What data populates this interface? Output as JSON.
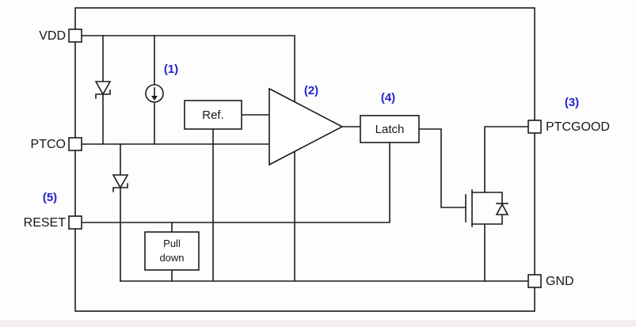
{
  "diagram": {
    "pins": {
      "vdd": "VDD",
      "ptco": "PTCO",
      "reset": "RESET",
      "ptcgood": "PTCGOOD",
      "gnd": "GND"
    },
    "blocks": {
      "ref": "Ref.",
      "latch": "Latch",
      "pulldown_line1": "Pull",
      "pulldown_line2": "down"
    },
    "callouts": {
      "n1": "(1)",
      "n2": "(2)",
      "n3": "(3)",
      "n4": "(4)",
      "n5": "(5)"
    },
    "colors": {
      "wire": "#1c1c1c",
      "callout_blue": "#2222cc",
      "background": "#ffffff",
      "bottom_strip": "#f2eef0"
    }
  }
}
